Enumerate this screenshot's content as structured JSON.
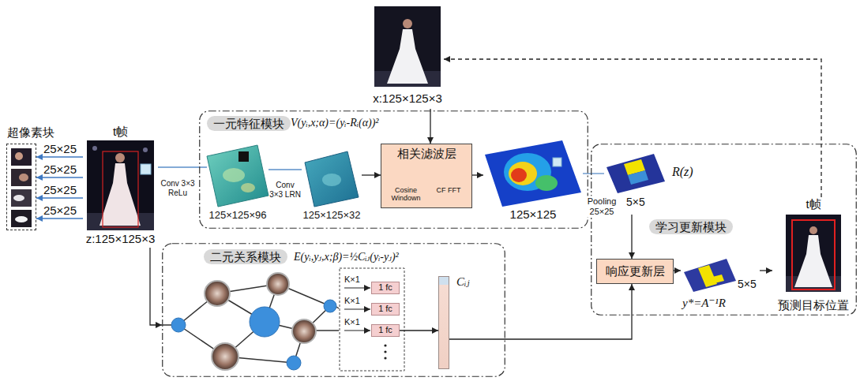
{
  "diagram": {
    "nodes": [
      {
        "text": [
          "超像素块"
        ]
      },
      {
        "text": [
          "t帧",
          "z:125×125×3"
        ]
      },
      {
        "text": [
          "x:125×125×3"
        ]
      },
      {
        "text": [
          "一元特征模块",
          "V(yᵢ,x;α)=(yᵢ-Rᵢ(α))²"
        ]
      },
      {
        "text": [
          "125×125×96"
        ],
        "in": 3
      },
      {
        "text": [
          "125×125×32"
        ],
        "in": 3
      },
      {
        "text": [
          "相关滤波层",
          "Cosine Windown",
          "CF FFT"
        ],
        "in": 3
      },
      {
        "text": [
          "125×125"
        ],
        "in": 3
      },
      {
        "text": [
          "学习更新模块"
        ]
      },
      {
        "text": [
          "R(z)",
          "5×5"
        ],
        "in": 8
      },
      {
        "text": [
          "响应更新层"
        ],
        "in": 8
      },
      {
        "text": [
          "y*=A⁻¹R",
          "5×5"
        ],
        "in": 8
      },
      {
        "text": [
          "t帧",
          "预测目标位置"
        ],
        "in": 8
      },
      {
        "text": [
          "二元关系模块",
          "E(yᵢ,yⱼ,x;β)=½Cᵢⱼ(yᵢ-yⱼ)²"
        ]
      },
      {
        "text": [
          "1 fc"
        ],
        "in": 13
      },
      {
        "text": [
          "1 fc"
        ],
        "in": 13
      },
      {
        "text": [
          "1 fc"
        ],
        "in": 13
      },
      {
        "text": [
          "Cᵢⱼ"
        ],
        "in": 13
      }
    ],
    "edges": [
      {
        "from": 1,
        "to": 0,
        "label": "25×25",
        "arrow": "to"
      },
      {
        "from": 1,
        "to": 0,
        "label": "25×25",
        "arrow": "to"
      },
      {
        "from": 1,
        "to": 0,
        "label": "25×25",
        "arrow": "to"
      },
      {
        "from": 1,
        "to": 0,
        "label": "25×25",
        "arrow": "to"
      },
      {
        "from": 1,
        "to": 4,
        "label": "Conv 3×3 ReLu",
        "arrow": "none"
      },
      {
        "from": 4,
        "to": 5,
        "label": "Conv 3×3 LRN",
        "arrow": "none"
      },
      {
        "from": 5,
        "to": 6,
        "arrow": "to"
      },
      {
        "from": 2,
        "to": 6,
        "arrow": "to"
      },
      {
        "from": 6,
        "to": 7,
        "arrow": "to"
      },
      {
        "from": 7,
        "to": 9,
        "label": "Pooling 25×25",
        "arrow": "none"
      },
      {
        "from": 9,
        "to": 10,
        "arrow": "to"
      },
      {
        "from": 17,
        "to": 10,
        "arrow": "to"
      },
      {
        "from": 10,
        "to": 11,
        "arrow": "to"
      },
      {
        "from": 11,
        "to": 12,
        "arrow": "to"
      },
      {
        "from": 12,
        "to": 2,
        "arrow": "to"
      },
      {
        "from": 1,
        "to": 13,
        "arrow": "to"
      },
      {
        "from": 16,
        "to": 17,
        "arrow": "to"
      }
    ],
    "labels": [
      "K×1",
      "K×1",
      "K×1"
    ]
  }
}
